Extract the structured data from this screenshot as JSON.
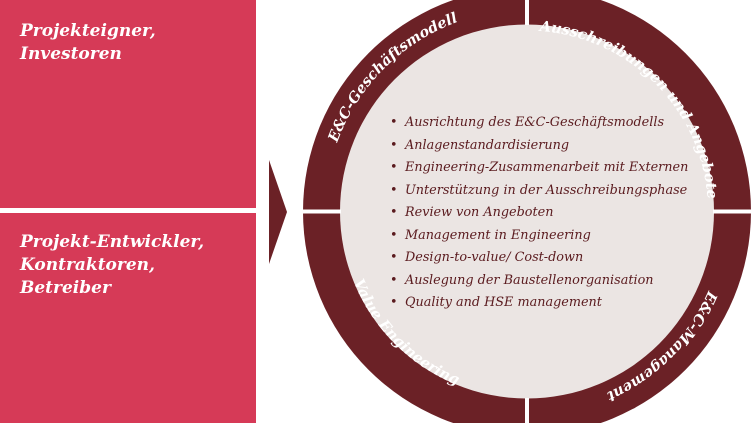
{
  "stakeholders": {
    "top": "Projekteigner,\nInvestoren",
    "bottom": "Projekt-Entwickler,\nKontraktoren,\nBetreiber"
  },
  "segments": [
    {
      "label": "E&C-Geschäftsmodell"
    },
    {
      "label": "Ausschreibungen und Angebote"
    },
    {
      "label": "E&C-Management"
    },
    {
      "label": "Value Engineering"
    }
  ],
  "services": [
    "Ausrichtung des E&C-Geschäftsmodells",
    "Anlagenstandardisierung",
    "Engineering-Zusammenarbeit mit Externen",
    "Unterstützung in der Ausschreibungsphase",
    "Review von Angeboten",
    "Management in Engineering",
    "Design-to-value/ Cost-down",
    "Auslegung der Baustellenorganisation",
    "Quality and HSE management"
  ],
  "colors": {
    "accent": "#d63a57",
    "ring": "#6b2126",
    "center": "#ebe5e3",
    "text": "#5a1a1e"
  }
}
